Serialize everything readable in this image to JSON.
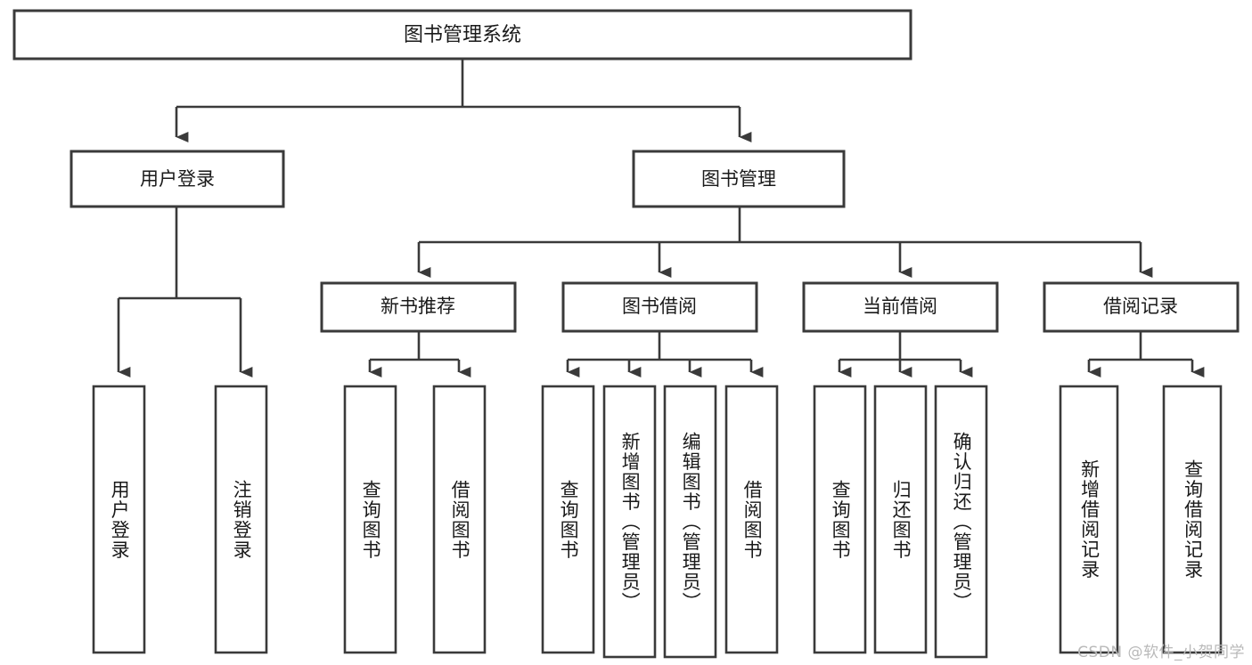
{
  "diagram": {
    "type": "tree-hierarchy",
    "title": "图书管理系统",
    "root": {
      "id": "root",
      "label": "图书管理系统"
    },
    "level2": [
      {
        "id": "user-login",
        "label": "用户登录"
      },
      {
        "id": "book-manage",
        "label": "图书管理"
      }
    ],
    "level3": [
      {
        "id": "new-book-rec",
        "label": "新书推荐",
        "parent": "book-manage"
      },
      {
        "id": "book-borrow",
        "label": "图书借阅",
        "parent": "book-manage"
      },
      {
        "id": "current-borrow",
        "label": "当前借阅",
        "parent": "book-manage"
      },
      {
        "id": "borrow-record",
        "label": "借阅记录",
        "parent": "book-manage"
      }
    ],
    "leaves": {
      "user-login": [
        {
          "id": "leaf-user-login",
          "label": "用户登录"
        },
        {
          "id": "leaf-user-logout",
          "label": "注销登录"
        }
      ],
      "new-book-rec": [
        {
          "id": "leaf-query-book-1",
          "label": "查询图书"
        },
        {
          "id": "leaf-borrow-book-1",
          "label": "借阅图书"
        }
      ],
      "book-borrow": [
        {
          "id": "leaf-query-book-2",
          "label": "查询图书"
        },
        {
          "id": "leaf-add-book",
          "label": "新增图书（管理员）"
        },
        {
          "id": "leaf-edit-book",
          "label": "编辑图书（管理员）"
        },
        {
          "id": "leaf-borrow-book-2",
          "label": "借阅图书"
        }
      ],
      "current-borrow": [
        {
          "id": "leaf-query-book-3",
          "label": "查询图书"
        },
        {
          "id": "leaf-return-book",
          "label": "归还图书"
        },
        {
          "id": "leaf-confirm-return",
          "label": "确认归还（管理员）"
        }
      ],
      "borrow-record": [
        {
          "id": "leaf-add-record",
          "label": "新增借阅记录"
        },
        {
          "id": "leaf-query-record",
          "label": "查询借阅记录"
        }
      ]
    },
    "colors": {
      "box_stroke": "#3a3a3a",
      "box_fill": "#ffffff",
      "text": "#1a1a1a",
      "connector": "#3a3a3a",
      "watermark": "#b9b9b9",
      "background": "#ffffff"
    }
  },
  "watermark": {
    "text": "CSDN @软件_小贺同学"
  }
}
